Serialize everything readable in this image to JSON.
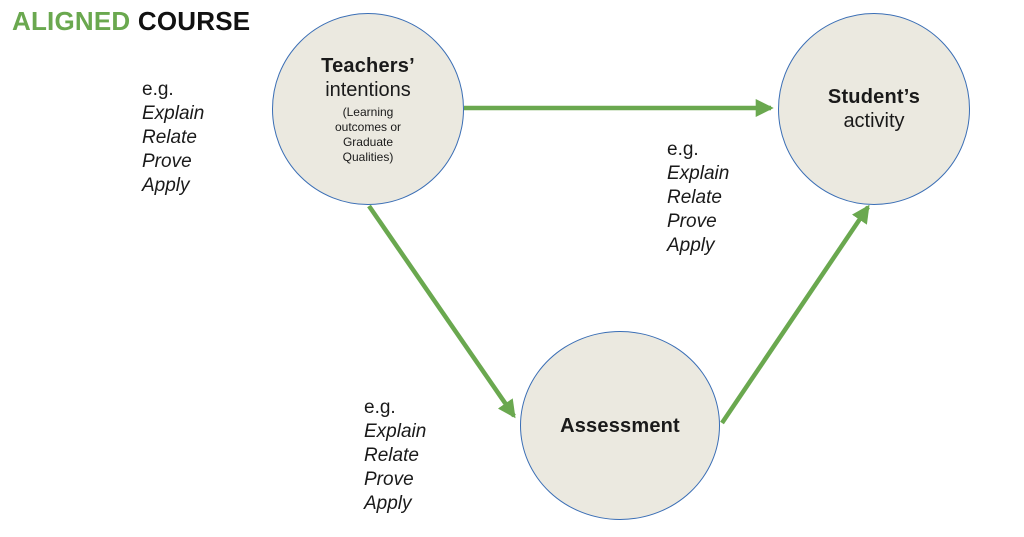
{
  "title": {
    "highlight": "ALIGNED",
    "rest": "COURSE"
  },
  "colors": {
    "green": "#6aa84f",
    "circle_fill": "#ebe9e0",
    "circle_border": "#3a6eb5",
    "ink": "#1a1a1a"
  },
  "nodes": {
    "teachers": {
      "title": "Teachers’",
      "subtitle": "intentions",
      "note": "(Learning outcomes or Graduate Qualities)"
    },
    "student": {
      "title": "Student’s",
      "subtitle": "activity"
    },
    "assessment": {
      "title": "Assessment"
    }
  },
  "arrows": [
    {
      "name": "teachers-to-student"
    },
    {
      "name": "teachers-to-assessment"
    },
    {
      "name": "assessment-to-student"
    }
  ],
  "examples": {
    "left": {
      "prefix": "e.g.",
      "items": [
        "Explain",
        "Relate",
        "Prove",
        "Apply"
      ]
    },
    "middle": {
      "prefix": "e.g.",
      "items": [
        "Explain",
        "Relate",
        "Prove",
        "Apply"
      ]
    },
    "bottom": {
      "prefix": "e.g.",
      "items": [
        "Explain",
        "Relate",
        "Prove",
        "Apply"
      ]
    }
  }
}
